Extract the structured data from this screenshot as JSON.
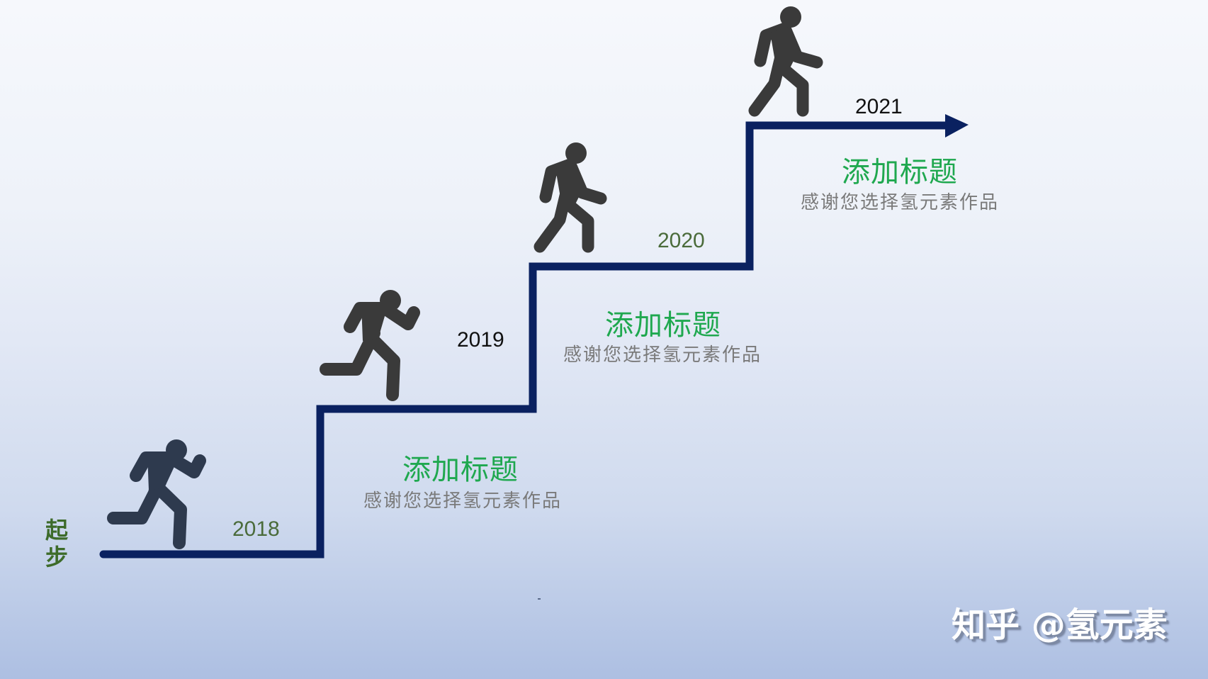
{
  "colors": {
    "stair_line": "#0a2160",
    "runner": "#3a3a3a",
    "runner_first": "#2e3a4e",
    "title_green": "#1fa84f",
    "subtitle_gray": "#7a7a7a",
    "year_green": "#4a6b3a",
    "year_black": "#111111",
    "start_green": "#3d6b2a",
    "background_top": "#f6f8fc",
    "background_bottom": "#adbfe2"
  },
  "start_label": {
    "char1": "起",
    "char2": "步"
  },
  "steps": [
    {
      "year": "2018",
      "icon": "running-person-icon",
      "title": "添加标题",
      "subtitle": "感谢您选择氢元素作品"
    },
    {
      "year": "2019",
      "icon": "running-person-icon",
      "title": "添加标题",
      "subtitle": "感谢您选择氢元素作品"
    },
    {
      "year": "2020",
      "icon": "walking-person-icon",
      "title": "添加标题",
      "subtitle": "感谢您选择氢元素作品"
    },
    {
      "year": "2021",
      "icon": "walking-person-icon"
    }
  ],
  "arrow": {
    "icon": "arrow-right-icon"
  },
  "watermark": "知乎 @氢元素"
}
